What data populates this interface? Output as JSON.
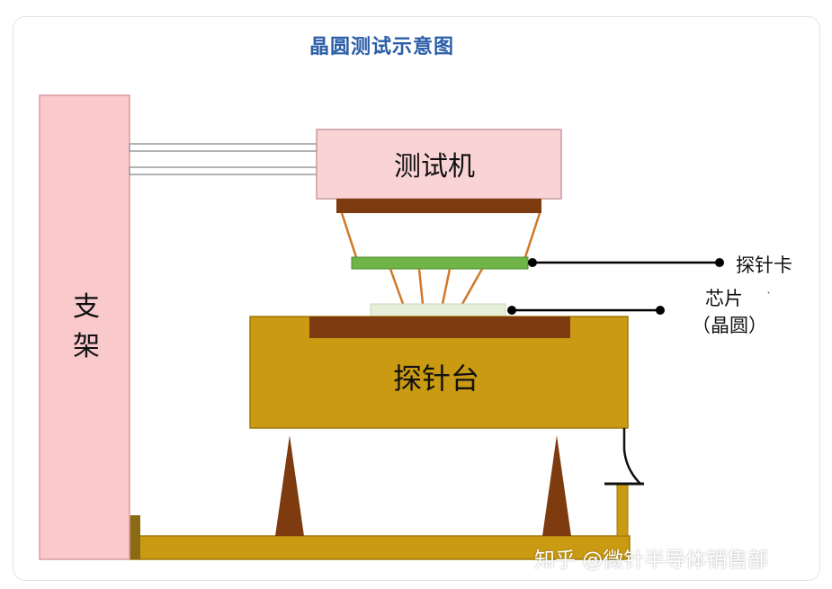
{
  "diagram": {
    "title": "晶圆测试示意图",
    "labels": {
      "stand": "支架",
      "tester": "测试机",
      "chuck": "探针台",
      "probe_card": "探针卡",
      "chip": "芯片",
      "wafer": "（晶圆）",
      "dot": "·"
    }
  },
  "watermark": "知乎 @微针半导体销售部",
  "colors": {
    "stand_fill": "#f9c9cc",
    "tester_fill": "#fad4d4",
    "chuck_fill": "#c99a12",
    "chuck_border": "#a07a08",
    "brown": "#7e3b10",
    "probe_card_green": "#6fb446",
    "probe_line": "#d0782a",
    "wafer_fill": "#e6efda",
    "title_blue": "#2b5ea8",
    "pointer": "#000000"
  }
}
